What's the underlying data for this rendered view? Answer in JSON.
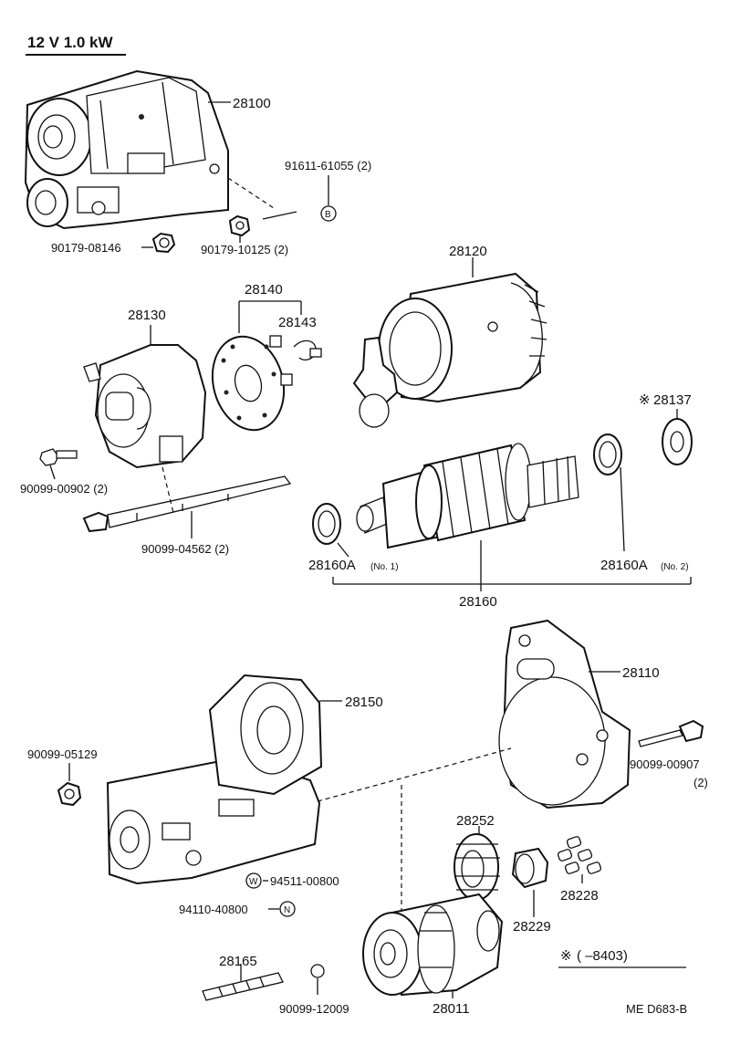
{
  "header": {
    "spec": "12 V  1.0 kW"
  },
  "callouts": {
    "starter_assy": "28100",
    "starter_screw": "91611-61055 (2)",
    "nut_1": "90179-08146",
    "nut_2": "90179-10125 (2)",
    "yoke": "28120",
    "brush_holder_group": "28140",
    "brush_holder_sub": "28143",
    "commutator_end_frame": "28130",
    "washer_marked": "28137",
    "bolt_1": "90099-00902 (2)",
    "through_bolt": "90099-04562 (2)",
    "bearing_no1": "28160A",
    "bearing_no1_qual": "(No. 1)",
    "bearing_no2": "28160A",
    "bearing_no2_qual": "(No. 2)",
    "armature": "28160",
    "drive_housing": "28110",
    "bolt_2": "90099-00907",
    "bolt_2_qty": "(2)",
    "magnetic_switch": "28150",
    "nut_3": "90099-05129",
    "gear": "28252",
    "roller_set": "28228",
    "retainer": "28229",
    "washer_w": "94511-00800",
    "nut_n": "94110-40800",
    "stud": "28165",
    "ball": "90099-12009",
    "clutch": "28011"
  },
  "markers": {
    "b": "B",
    "w": "W",
    "n": "N"
  },
  "note": {
    "symbol": "※",
    "range": "(        –8403)"
  },
  "footer": {
    "code": "ME  D683-B"
  }
}
